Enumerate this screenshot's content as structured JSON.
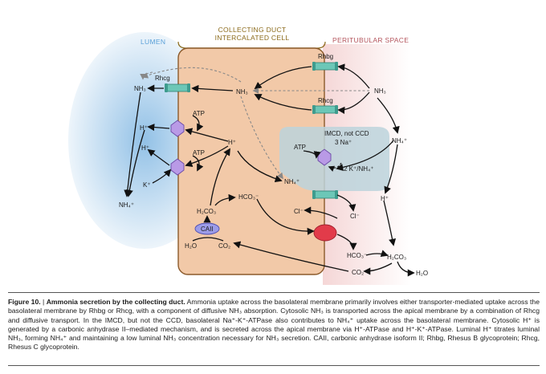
{
  "regions": {
    "lumen": "LUMEN",
    "cell_line1": "COLLECTING DUCT",
    "cell_line2": "INTERCALATED CELL",
    "peritubular": "PERITUBULAR SPACE",
    "imcd_line1": "IMCD, not CCD",
    "imcd_line2": "3 Na⁺"
  },
  "labels": {
    "rhbg": "Rhbg",
    "rhcg_top": "Rhcg",
    "rhcg_apical": "Rhcg",
    "nh3_lumen": "NH₃",
    "nh3_cell": "NH₃",
    "nh3_peri": "NH₃",
    "atp_apical1": "ATP",
    "atp_apical2": "ATP",
    "atp_baso": "ATP",
    "h_lumen1": "H⁺",
    "h_lumen2": "H⁺",
    "h_cell": "H⁺",
    "h_peri": "H⁺",
    "k_lumen": "K⁺",
    "nh4_lumen": "NH₄⁺",
    "nh4_cell": "NH₄⁺",
    "nh4_peri": "NH₄⁺",
    "k_nh4": "2 K⁺/NH₄⁺",
    "hco3_cell": "HCO₃⁻",
    "hco3_peri": "HCO₃⁻",
    "h2co3_cell": "H₂CO₃",
    "h2co3_peri": "H₂CO₃",
    "caii": "CAII",
    "h2o_cell": "H₂O",
    "co2_cell": "CO₂",
    "co2_peri": "CO₂",
    "h2o_peri": "H₂O",
    "cl_cell": "Cl⁻",
    "cl_peri": "Cl⁻"
  },
  "caption": {
    "figure_label": "Figure 10.",
    "title": "Ammonia secretion by the collecting duct.",
    "body": "Ammonia uptake across the basolateral membrane primarily involves either transporter-mediated uptake across the basolateral membrane by Rhbg or Rhcg, with a component of diffusive NH₃ absorption. Cytosolic NH₃ is transported across the apical membrane by a combination of Rhcg and diffusive transport. In the IMCD, but not the CCD, basolateral Na⁺-K⁺-ATPase also contributes to NH₄⁺ uptake across the basolateral membrane. Cytosolic H⁺ is generated by a carbonic anhydrase II–mediated mechanism, and is secreted across the apical membrane via H⁺-ATPase and H⁺-K⁺-ATPase. Luminal H⁺ titrates luminal NH₃, forming NH₄⁺ and maintaining a low luminal NH₃ concentration necessary for NH₃ secretion. CAII, carbonic anhydrase isoform II; Rhbg, Rhesus B glycoprotein; Rhcg, Rhesus C glycoprotein."
  },
  "colors": {
    "lumen_blue": "#7fb6e2",
    "cell_fill": "#f2c9a8",
    "cell_border": "#8b5a2b",
    "peritubular_pink": "#f4d2d2",
    "imcd_box": "#bcd3dc",
    "transporter_teal": "#6cc7b7",
    "atpase_purple": "#b99ae6",
    "exchanger_red": "#e23b4a",
    "caii_blue": "#9c9ce8",
    "lumen_text": "#5aa0d8",
    "cell_text": "#8b6a1a",
    "peri_text": "#b4545c"
  }
}
